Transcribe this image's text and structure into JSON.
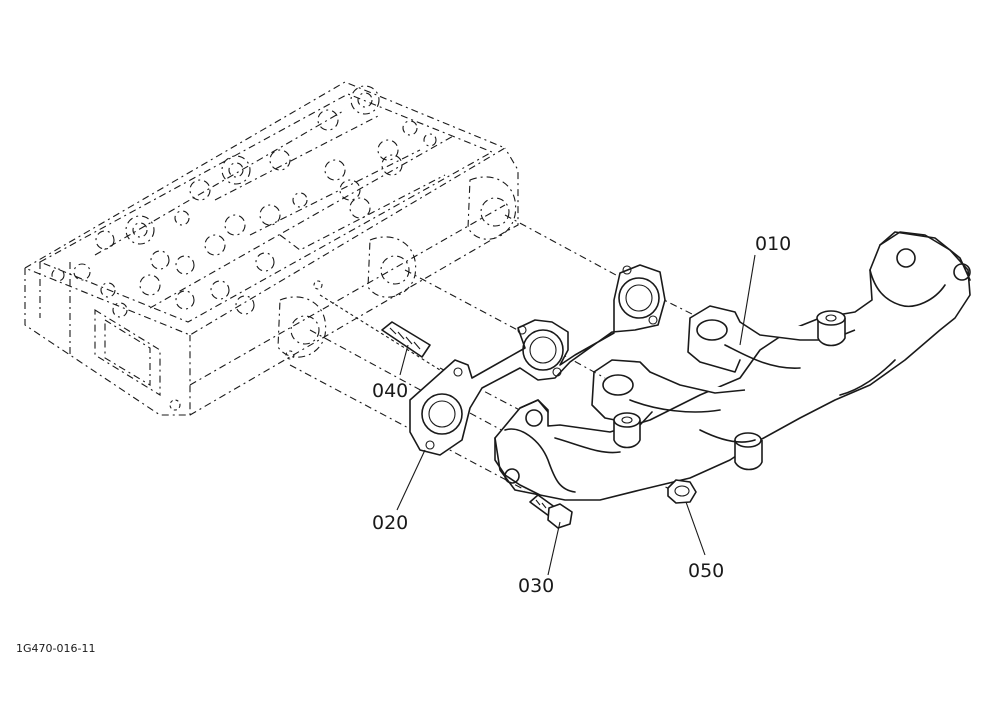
{
  "parts": [
    {
      "id": "010",
      "label": "010"
    },
    {
      "id": "020",
      "label": "020"
    },
    {
      "id": "030",
      "label": "030"
    },
    {
      "id": "040",
      "label": "040"
    },
    {
      "id": "050",
      "label": "050"
    }
  ],
  "figure_code": "1G470-016-11"
}
